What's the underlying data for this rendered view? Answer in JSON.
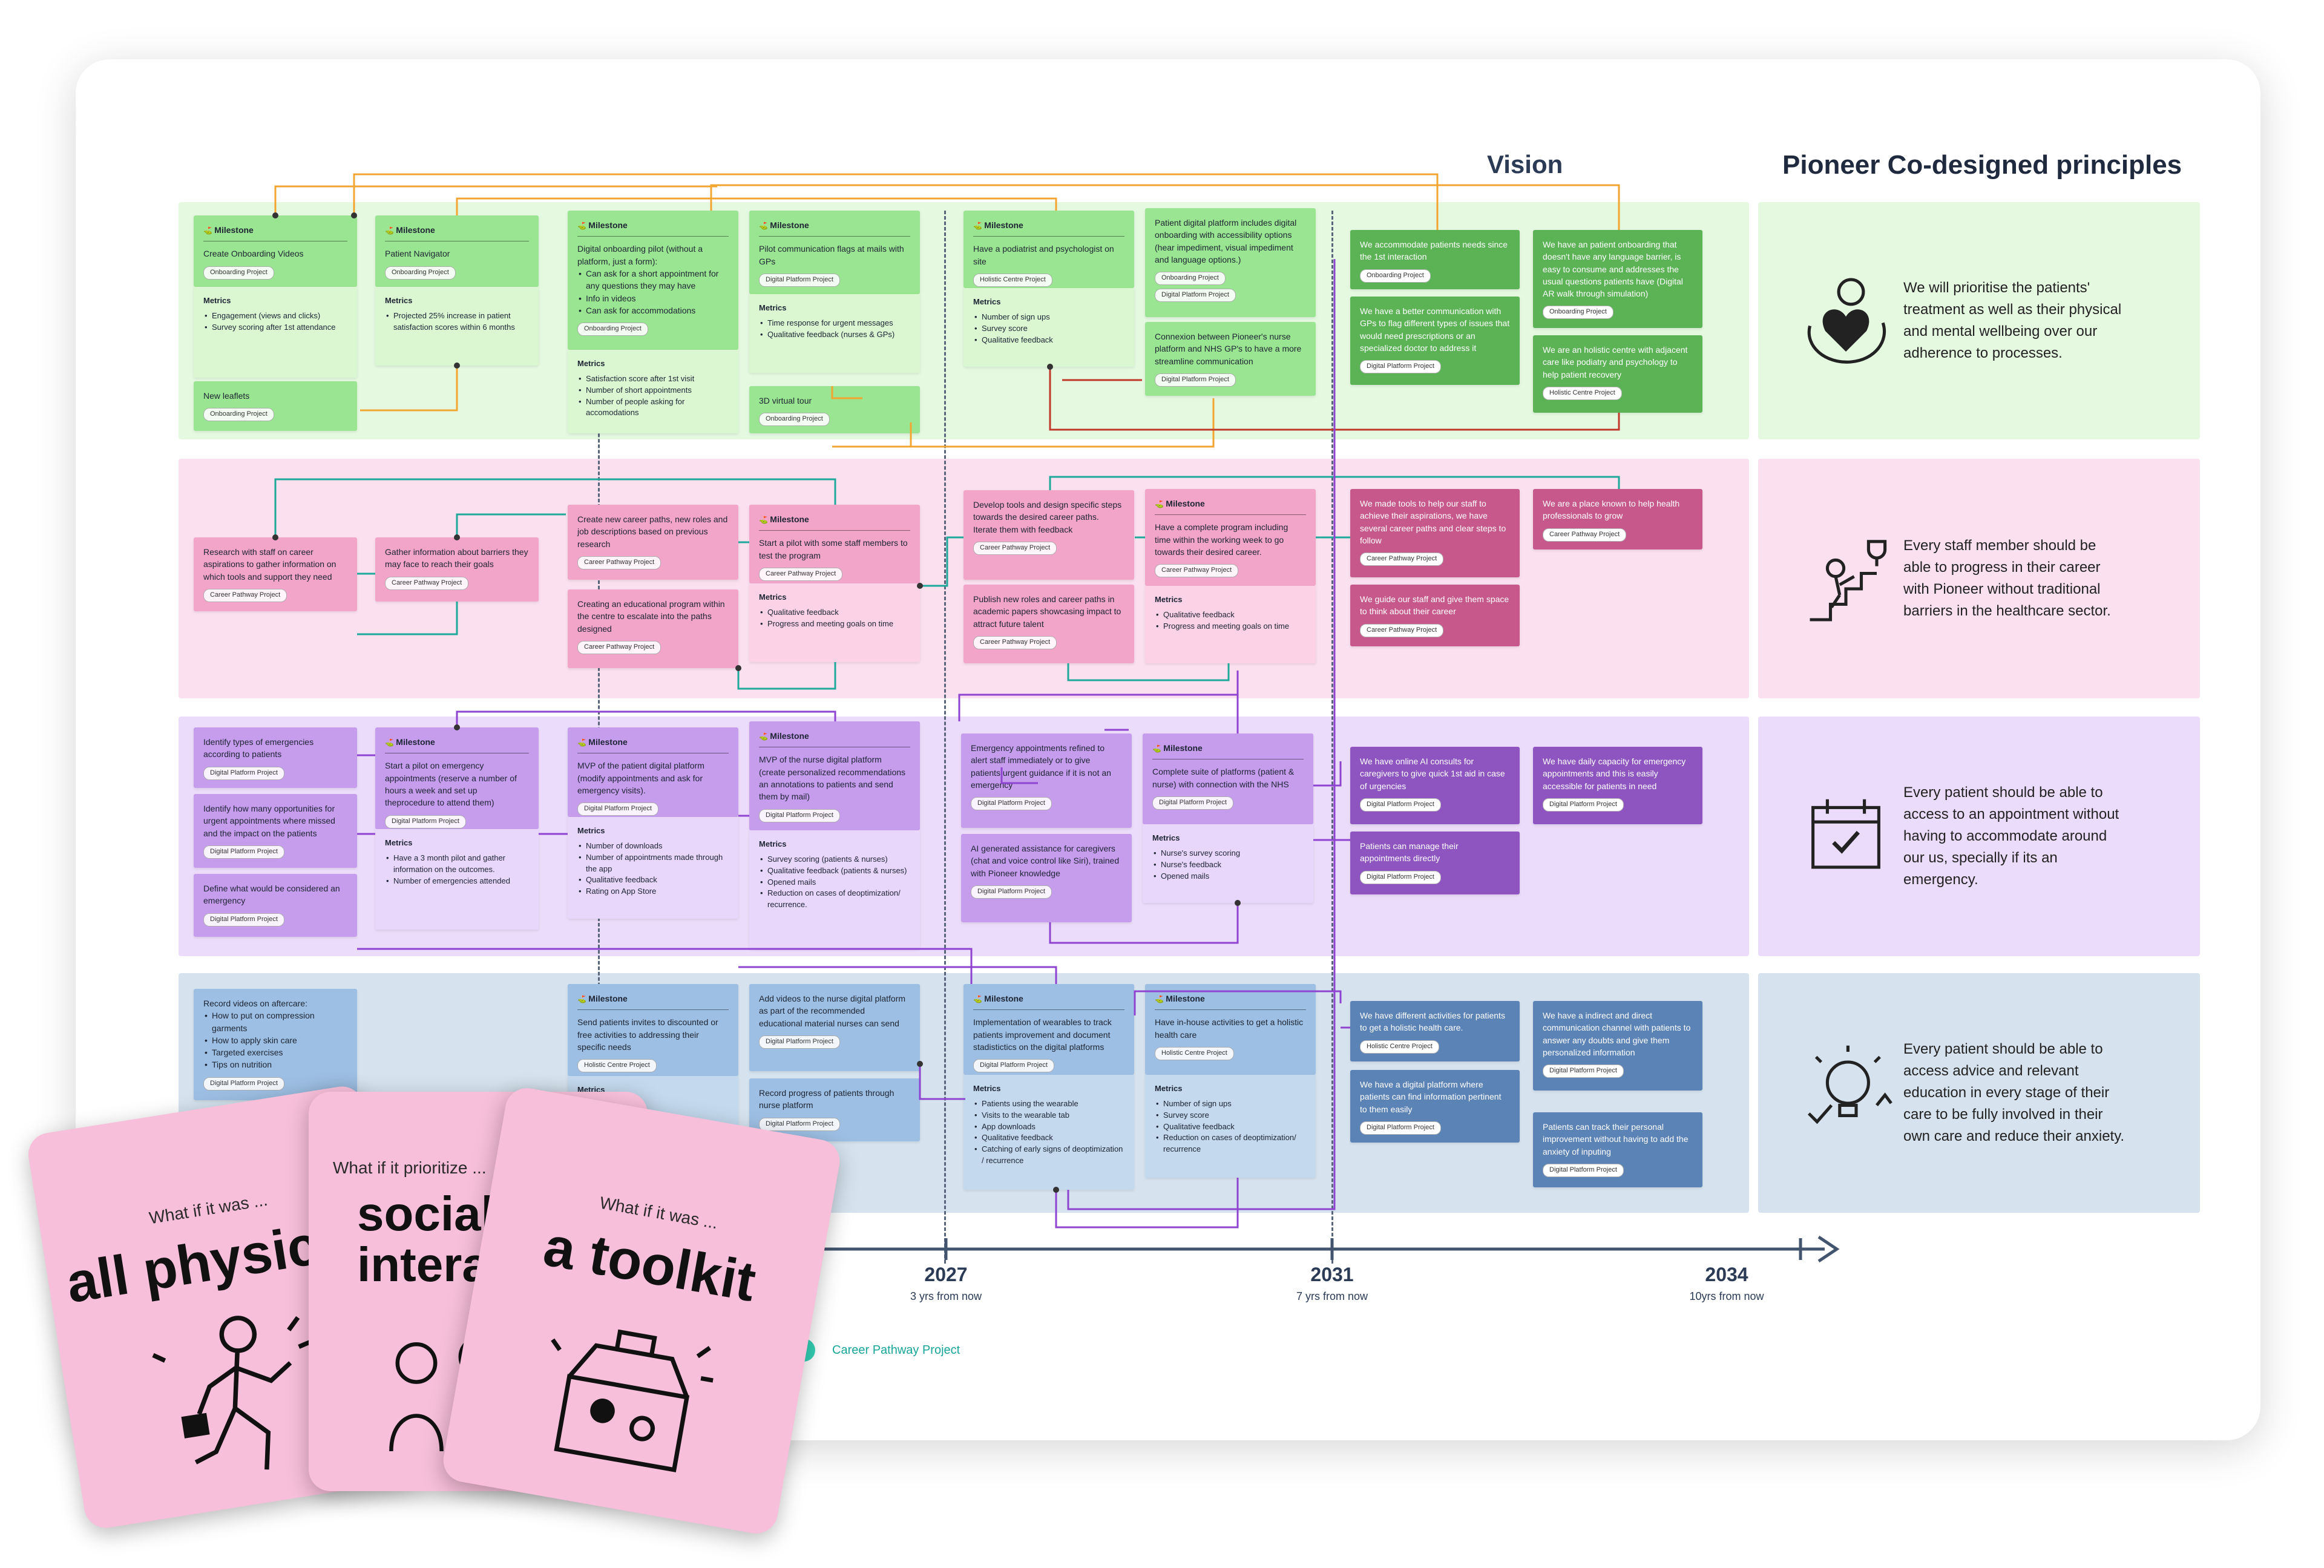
{
  "header": {
    "vision_title": "Vision",
    "principles_title": "Pioneer Co-designed principles"
  },
  "timeline": {
    "years": [
      {
        "year": "2027",
        "note": "3 yrs from now"
      },
      {
        "year": "2031",
        "note": "7 yrs from now"
      },
      {
        "year": "2034",
        "note": "10yrs from now"
      }
    ]
  },
  "legend": {
    "label": "Career Pathway Project"
  },
  "colors": {
    "green": "#9ae591",
    "pink": "#f2a4c9",
    "purple": "#c69ced",
    "blue": "#9dbfe3",
    "card_deck": "#f7bfd9",
    "timeline": "#43546f"
  },
  "labels": {
    "milestone": "Milestone",
    "metrics": "Metrics"
  },
  "lanes": {
    "green": {
      "c1": {
        "title": "Create Onboarding Videos",
        "tag": "Onboarding Project",
        "metrics": [
          "Engagement (views and clicks)",
          "Survey scoring after 1st attendance"
        ]
      },
      "c1b": {
        "title": "New leaflets",
        "tag": "Onboarding Project"
      },
      "c2": {
        "title": "Patient Navigator",
        "tag": "Onboarding Project",
        "metrics": [
          "Projected 25% increase in patient satisfaction scores within 6 months"
        ]
      },
      "c3": {
        "title": "Digital onboarding pilot (without a platform, just a form):",
        "bullets": [
          "Can ask for a short appointment for any questions they may have",
          "Info in videos",
          "Can ask for accommodations"
        ],
        "tag": "Onboarding Project",
        "metrics": [
          "Satisfaction score after 1st visit",
          "Number of short appointments",
          "Number of people asking for accomodations"
        ]
      },
      "c4": {
        "title": "Pilot communication flags at mails with GPs",
        "tag": "Digital Platform Project",
        "metrics": [
          "Time response for urgent messages",
          "Qualitative feedback (nurses & GPs)"
        ]
      },
      "c4b": {
        "title": "3D virtual tour",
        "tag": "Onboarding Project"
      },
      "c5": {
        "title": "Have a podiatrist and psychologist on site",
        "tag": "Holistic Centre Project",
        "metrics": [
          "Number of sign ups",
          "Survey score",
          "Qualitative feedback"
        ]
      },
      "c6": {
        "title": "Patient digital platform includes digital onboarding with accessibility options (hear impediment, visual impediment and language options.)",
        "tags": [
          "Onboarding Project",
          "Digital Platform Project"
        ]
      },
      "c6b": {
        "title": "Connexion between Pioneer's nurse platform and NHS GP's to have a more streamline communication",
        "tag": "Digital Platform Project"
      },
      "v1": {
        "title": "We accommodate patients needs since the 1st interaction",
        "tag": "Onboarding Project"
      },
      "v2": {
        "title": "We have a better communication with GPs to flag different types of issues that would need prescriptions or an specialized doctor to address it",
        "tag": "Digital Platform Project"
      },
      "v3": {
        "title": "We have an patient onboarding that doesn't have any language barrier, is easy to consume and addresses the usual questions patients have (Digital AR walk through simulation)",
        "tag": "Onboarding Project"
      },
      "v4": {
        "title": "We are an holistic centre with adjacent care like podiatry and psychology to help patient recovery",
        "tag": "Holistic Centre Project"
      }
    },
    "pink": {
      "c1": {
        "title": "Research with staff on career aspirations to gather information on which tools and support they need",
        "tag": "Career Pathway Project"
      },
      "c2": {
        "title": "Gather information about barriers they may face to reach their goals",
        "tag": "Career Pathway Project"
      },
      "c3": {
        "title": "Create new career paths, new roles and job descriptions based on previous research",
        "tag": "Career Pathway Project"
      },
      "c3b": {
        "title": "Creating an educational program within the centre to escalate into the paths designed",
        "tag": "Career Pathway Project"
      },
      "c4": {
        "title": "Start a pilot with some staff members to test the program",
        "tag": "Career Pathway Project",
        "metrics": [
          "Qualitative feedback",
          "Progress and meeting goals on time"
        ]
      },
      "c5": {
        "title": "Develop tools and design specific steps towards the desired career paths. Iterate them with feedback",
        "tag": "Career Pathway Project"
      },
      "c5b": {
        "title": "Publish new roles and career paths in academic papers showcasing impact to attract future talent",
        "tag": "Career Pathway Project"
      },
      "c6": {
        "title": "Have a complete program including time within the working week to go towards their desired career.",
        "tag": "Career Pathway Project",
        "metrics": [
          "Qualitative feedback",
          "Progress and meeting goals on time"
        ]
      },
      "v1": {
        "title": "We made tools to help our staff to achieve their aspirations, we have several career paths and clear steps to follow",
        "tag": "Career Pathway Project"
      },
      "v2": {
        "title": "We guide our staff and give them space to think about their career",
        "tag": "Career Pathway Project"
      },
      "v3": {
        "title": "We are a place known to help health professionals to grow",
        "tag": "Career Pathway Project"
      }
    },
    "purple": {
      "c1": {
        "title": "Identify types of emergencies according to patients",
        "tag": "Digital Platform Project"
      },
      "c1b": {
        "title": "Identify how many opportunities for urgent appointments where missed and the impact on the patients",
        "tag": "Digital Platform Project"
      },
      "c1c": {
        "title": "Define what would be considered an emergency",
        "tag": "Digital Platform Project"
      },
      "c2": {
        "title": "Start a pilot on emergency appointments (reserve a number of hours a week and set up theprocedure to attend them)",
        "tag": "Digital Platform Project",
        "metrics": [
          "Have a 3 month pilot and gather information on the outcomes.",
          "Number of emergencies attended"
        ]
      },
      "c3": {
        "title": "MVP of the patient digital platform (modify appointments and ask for emergency visits).",
        "tag": "Digital Platform Project",
        "metrics": [
          "Number of downloads",
          "Number of appointments made through the app",
          "Qualitative feedback",
          "Rating on App Store"
        ]
      },
      "c4": {
        "title": "MVP of the nurse digital platform (create personalized recommendations an annotations to patients and send them by mail)",
        "tag": "Digital Platform Project",
        "metrics": [
          "Survey scoring (patients & nurses)",
          "Qualitative feedback (patients & nurses)",
          "Opened mails",
          "Reduction on cases of deoptimization/ recurrence."
        ]
      },
      "c5": {
        "title": "Emergency appointments refined to alert staff immediately or to give patients urgent guidance if it is not an emergency",
        "tag": "Digital Platform Project"
      },
      "c5b": {
        "title": "AI generated assistance for caregivers (chat and voice control like Siri), trained with Pioneer knowledge",
        "tag": "Digital Platform Project"
      },
      "c6": {
        "title": "Complete suite of platforms (patient & nurse) with connection with the NHS",
        "tag": "Digital Platform Project",
        "metrics": [
          "Nurse's survey scoring",
          "Nurse's feedback",
          "Opened mails"
        ]
      },
      "v1": {
        "title": "We have online AI consults for caregivers to give quick 1st aid in case of urgencies",
        "tag": "Digital Platform Project"
      },
      "v2": {
        "title": "Patients can manage their appointments directly",
        "tag": "Digital Platform Project"
      },
      "v3": {
        "title": "We have daily capacity for emergency appointments and this is easily accessible for patients in need",
        "tag": "Digital Platform Project"
      }
    },
    "blue": {
      "c1": {
        "title": "Record videos on aftercare:",
        "bullets": [
          "How to put on compression garments",
          "How to apply skin care",
          "Targeted exercises",
          "Tips on nutrition"
        ],
        "tag": "Digital Platform Project"
      },
      "c3": {
        "title": "Send patients invites to discounted or free activities to addressing their specific needs",
        "tag": "Holistic Centre Project",
        "metrics_partial": "Metrics"
      },
      "c4": {
        "title": "Add videos to the nurse digital platform as part of the recommended educational material nurses can send",
        "tag": "Digital Platform Project"
      },
      "c4b": {
        "title": "Record progress of patients through nurse platform",
        "tag": "Digital Platform Project"
      },
      "c5": {
        "title": "Implementation of wearables to track patients improvement and document stadistictics on the digital platforms",
        "tag": "Digital Platform Project",
        "metrics": [
          "Patients using the wearable",
          "Visits to the wearable tab",
          "App downloads",
          "Qualitative feedback",
          "Catching of early signs of deoptimization / recurrence"
        ]
      },
      "c6": {
        "title": "Have in-house activities to get a holistic health care",
        "tag": "Holistic Centre Project",
        "metrics": [
          "Number of sign ups",
          "Survey score",
          "Qualitative feedback",
          "Reduction on cases of deoptimization/ recurrence"
        ]
      },
      "v1": {
        "title": "We have different activities for patients to get a holistic health care.",
        "tag": "Holistic Centre Project"
      },
      "v2": {
        "title": "We have a digital platform where patients can find information pertinent to them easily",
        "tag": "Digital Platform Project"
      },
      "v3": {
        "title": "We have a indirect and direct communication channel with patients to answer any doubts and give them personalized information",
        "tag": "Digital Platform Project"
      },
      "v4": {
        "title": "Patients can track their personal improvement without having to add the anxiety of inputing",
        "tag": "Digital Platform Project"
      }
    }
  },
  "principles": [
    {
      "text": "We will prioritise the  patients' treatment as well as their physical and mental wellbeing over our adherence to processes."
    },
    {
      "text": "Every staff member should be able to progress in their career with Pioneer without traditional barriers in the healthcare sector."
    },
    {
      "text": "Every patient should be able to access to an appointment without having to accommodate around our us, specially if its an emergency."
    },
    {
      "text": "Every patient should be able to access advice and relevant education in every stage of their care to be fully involved in their own care and reduce their anxiety."
    }
  ],
  "cards": [
    {
      "question": "What if it was ...",
      "headline": "all physical"
    },
    {
      "question": "What if it prioritize ...",
      "headline": "social interaction"
    },
    {
      "question": "What if it was ...",
      "headline": "a toolkit"
    }
  ]
}
